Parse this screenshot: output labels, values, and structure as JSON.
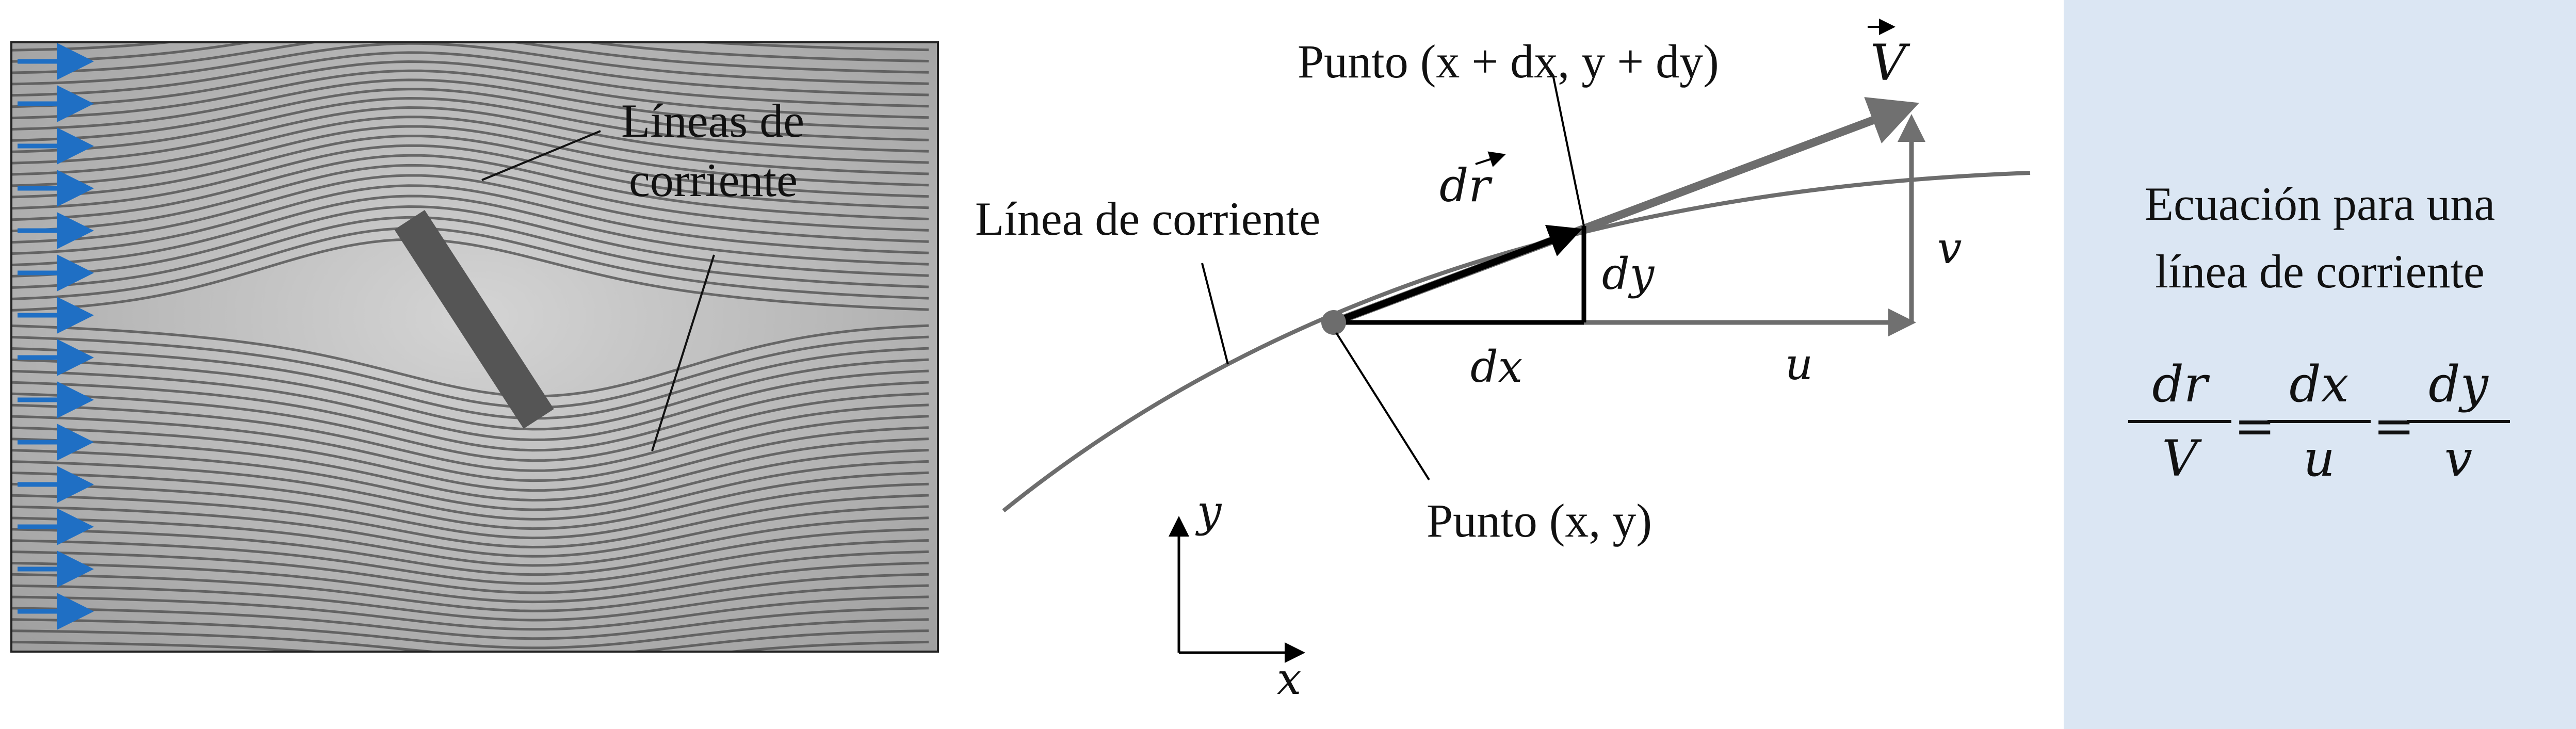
{
  "photo": {
    "label_line1": "Líneas de",
    "label_line2": "corriente",
    "arrow_color": "#1f6fc4",
    "plate_color": "#555555"
  },
  "diagram": {
    "streamline_label": "Línea de corriente",
    "point_upper": "Punto (x + dx, y + dy)",
    "point_lower": "Punto (x, y)",
    "vector_V": "V",
    "vector_dr": "dr",
    "dx": "dx",
    "dy": "dy",
    "u": "u",
    "v": "v",
    "axis_x": "x",
    "axis_y": "y"
  },
  "equation": {
    "title_line1": "Ecuación para una",
    "title_line2": "línea de corriente",
    "frac1_num": "dr",
    "frac1_den": "V",
    "frac2_num": "dx",
    "frac2_den": "u",
    "frac3_num": "dy",
    "frac3_den": "v",
    "equals": "=",
    "panel_color": "#dbe6f3"
  }
}
